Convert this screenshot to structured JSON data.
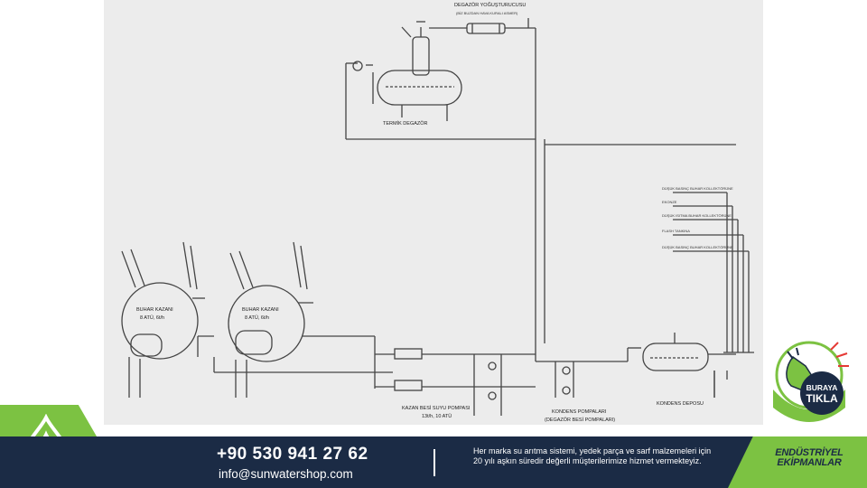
{
  "diagram": {
    "degazor_yogusturucusu": "DEGAZÖR YOĞUŞTURUCUSU",
    "degazor_sub": "(BİZ BUZDAN HAVA KURALI ASMER)",
    "termik_degazor": "TERMİK DEGAZÖR",
    "boiler_left_line1": "BUHAR KAZANI",
    "boiler_left_line2": "8 ATÜ, 6t/h",
    "boiler_right_line1": "BUHAR KAZANI",
    "boiler_right_line2": "8 ATÜ, 6t/h",
    "kazan_besi_line1": "KAZAN BESİ SUYU POMPASI",
    "kazan_besi_line2": "13t/h, 10 ATÜ",
    "kondens_pompalari_line1": "KONDENS POMPALARI",
    "kondens_pompalari_line2": "(DEGAZÖR BESİ POMPALARI)",
    "kondens_deposu": "KONDENS DEPOSU",
    "right_legend": [
      "DÜŞÜK BASINÇ BUHAR KOLLEKTÖRÜNE",
      "EKONZE",
      "DÜŞÜK ISITMA BUHAR KOLLEKTÖRÜNE",
      "FLASH TANKINA",
      "DÜŞÜK BASINÇ BUHAR KOLLEKTÖRÜNE"
    ]
  },
  "footer": {
    "phone": "+90 530 941 27 62",
    "email": "info@sunwatershop.com",
    "tagline": "Her marka su arıtma sistemi, yedek parça ve sarf malzemeleri için 20 yılı aşkın süredir değerli müşterilerimize hizmet vermekteyiz.",
    "badge_line1": "ENDÜSTRİYEL",
    "badge_line2": "EKİPMANLAR"
  },
  "cta": {
    "line1": "BURAYA",
    "line2": "TIKLA",
    "icon": "hand-pointer-icon"
  },
  "colors": {
    "brand_green": "#7cc242",
    "brand_navy": "#1b2b45",
    "cta_red": "#e53935"
  }
}
